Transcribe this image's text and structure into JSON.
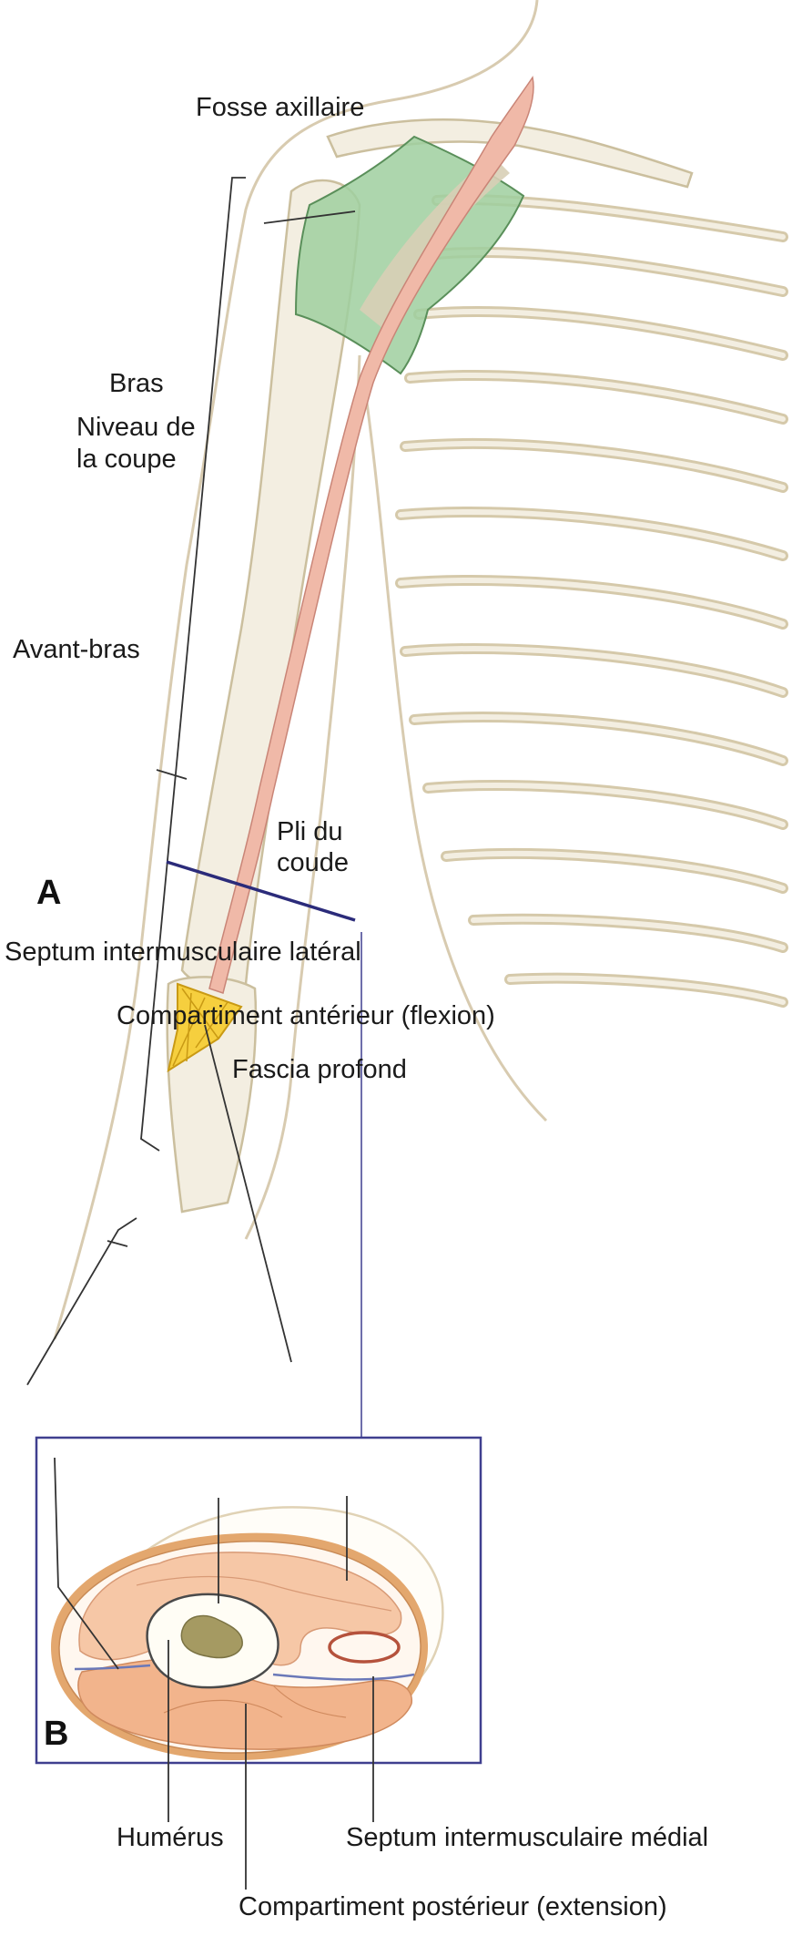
{
  "panels": {
    "a": "A",
    "b": "B"
  },
  "labels": {
    "fosse_axillaire": "Fosse axillaire",
    "bras": "Bras",
    "niveau_line1": "Niveau de",
    "niveau_line2": "la coupe",
    "avant_bras": "Avant-bras",
    "pli_line1": "Pli du",
    "pli_line2": "coude",
    "septum_lateral": "Septum intermusculaire latéral",
    "compartiment_anterieur": "Compartiment antérieur (flexion)",
    "fascia_profond": "Fascia profond",
    "humerus": "Humérus",
    "septum_medial": "Septum intermusculaire médial",
    "compartiment_posterieur": "Compartiment postérieur (extension)"
  },
  "colors": {
    "axilla": "#9fcf9f",
    "artery": "#f0b9a8",
    "elbow_fossa": "#f6cf3e",
    "muscle_anterior": "#f6c7a6",
    "muscle_posterior": "#f2b48c",
    "fascia": "#e3a76e",
    "section_frame": "#3f3f8f",
    "cut_line": "#2b2b7a",
    "marrow": "#a59a62"
  }
}
